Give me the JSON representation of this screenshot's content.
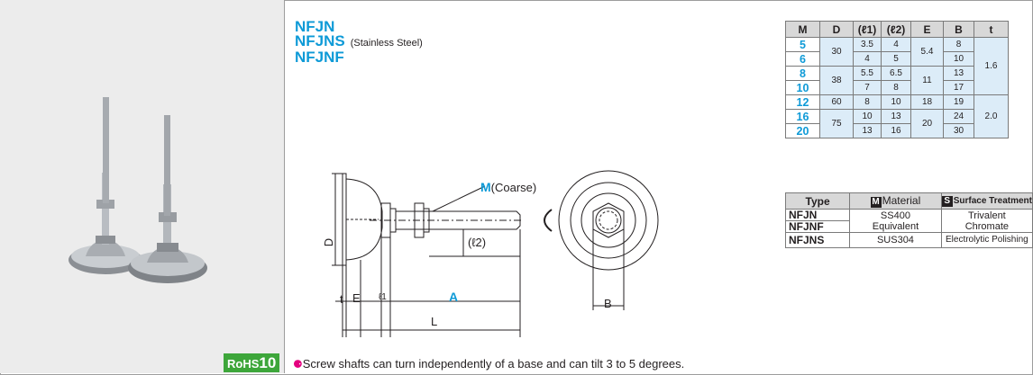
{
  "titles": {
    "line1": "NFJN",
    "line2": "NFJNS",
    "line2_note": "(Stainless Steel)",
    "line3": "NFJNF"
  },
  "badge": {
    "prefix": "RoHS",
    "number": "10"
  },
  "drawing": {
    "m_letter": "M",
    "m_note": "(Coarse)",
    "l2": "(ℓ2)",
    "l1": "ℓ1",
    "D": "D",
    "t": "t",
    "E": "E",
    "A": "A",
    "L": "L",
    "B": "B"
  },
  "spec_table": {
    "headers": [
      "M",
      "D",
      "(ℓ1)",
      "(ℓ2)",
      "E",
      "B",
      "t"
    ],
    "rows": [
      {
        "m": "5",
        "d": "30",
        "l1": "3.5",
        "l2": "4",
        "e": "5.4",
        "b": "8",
        "t": "1.6"
      },
      {
        "m": "6",
        "l1": "4",
        "l2": "5",
        "b": "10"
      },
      {
        "m": "8",
        "d": "38",
        "l1": "5.5",
        "l2": "6.5",
        "e": "11",
        "b": "13"
      },
      {
        "m": "10",
        "l1": "7",
        "l2": "8",
        "b": "17"
      },
      {
        "m": "12",
        "d": "60",
        "l1": "8",
        "l2": "10",
        "e": "18",
        "b": "19",
        "t": "2.0"
      },
      {
        "m": "16",
        "d": "75",
        "l1": "10",
        "l2": "13",
        "e": "20",
        "b": "24"
      },
      {
        "m": "20",
        "l1": "13",
        "l2": "16",
        "b": "30"
      }
    ]
  },
  "type_table": {
    "h_type": "Type",
    "h_mat_icon": "M",
    "h_mat": "Material",
    "h_surf_icon": "S",
    "h_surf": "Surface Treatment",
    "rows": [
      {
        "type": "NFJN",
        "mat1": "SS400",
        "mat2": "Equivalent",
        "surf1": "Trivalent",
        "surf2": "Chromate"
      },
      {
        "type": "NFJNF"
      },
      {
        "type": "NFJNS",
        "mat": "SUS304",
        "surf": "Electrolytic Polishing"
      }
    ]
  },
  "note": "Screw shafts can turn independently of a base and can tilt 3 to 5 degrees.",
  "colors": {
    "accent": "#0e9ad7",
    "rohs": "#3da63a",
    "header": "#d8d8d8",
    "cell": "#dcecf8"
  }
}
